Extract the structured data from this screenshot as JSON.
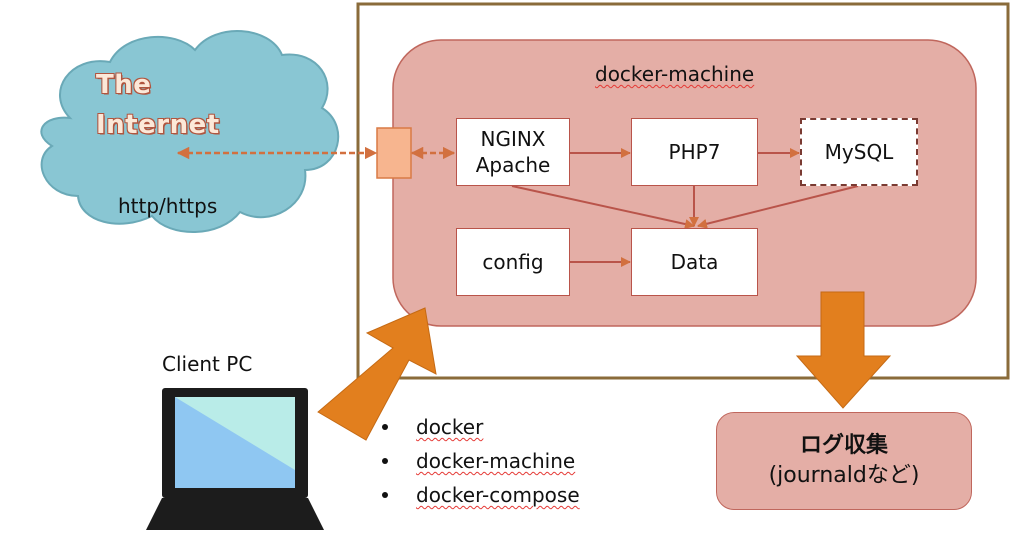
{
  "cloud": {
    "title_line1": "The",
    "title_line2": "Internet",
    "protocol": "http/https"
  },
  "docker_machine": {
    "label": "docker-machine",
    "nodes": {
      "web": {
        "line1": "NGINX",
        "line2": "Apache"
      },
      "php": "PHP7",
      "mysql": "MySQL",
      "config": "config",
      "data": "Data"
    }
  },
  "client": {
    "label": "Client PC",
    "tools": [
      "docker",
      "docker-machine",
      "docker-compose"
    ]
  },
  "log": {
    "line1": "ログ収集",
    "line2": "(journaldなど)"
  },
  "colors": {
    "cloud_fill": "#89c6d3",
    "machine_fill": "#e4aea6",
    "arrow_thin": "#d97a45",
    "arrow_big": "#e27f1e",
    "outer_border": "#8a6b3a",
    "laptop_screen_a": "#8fc7f2",
    "laptop_screen_b": "#b9ece8"
  }
}
